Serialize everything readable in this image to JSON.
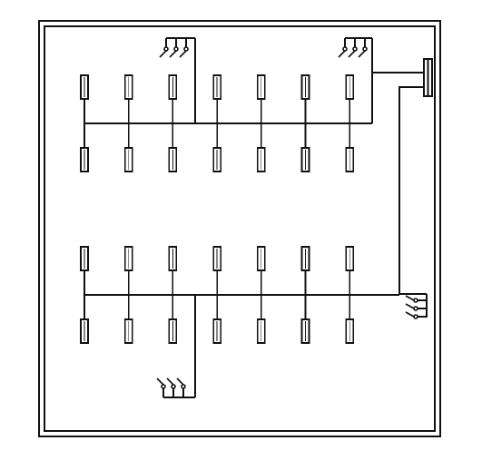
{
  "diagram": {
    "type": "single-line electrical distribution board schematic",
    "colors": {
      "line": "#111111",
      "background": "#ffffff"
    },
    "enclosure": {
      "style": "double-line frame"
    },
    "incoming_terminal": {
      "icon": "terminal-block-icon",
      "position": "right edge"
    },
    "busbars": [
      {
        "id": "upper",
        "fuses_above": 7,
        "fuses_below": 7,
        "feeds": [
          {
            "switch_group": "upper-left",
            "poles": 3,
            "icon": "three-pole-switch-icon"
          },
          {
            "switch_group": "upper-right",
            "poles": 3,
            "icon": "three-pole-switch-icon"
          }
        ]
      },
      {
        "id": "lower",
        "fuses_above": 7,
        "fuses_below": 7,
        "feeds": [
          {
            "switch_group": "lower-left",
            "poles": 3,
            "icon": "three-pole-switch-icon"
          },
          {
            "switch_group": "right-side",
            "poles": 3,
            "icon": "three-pole-switch-icon"
          }
        ]
      }
    ]
  }
}
